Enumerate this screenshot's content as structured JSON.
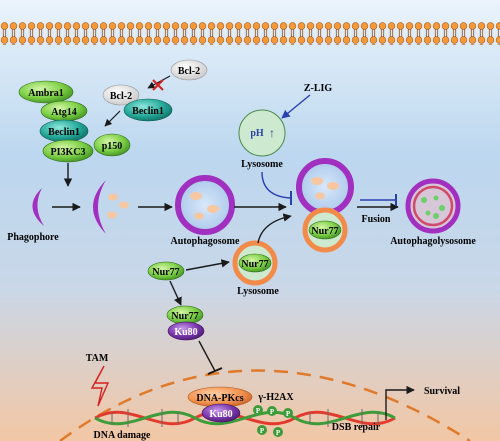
{
  "labels": {
    "bcl2_free": "Bcl-2",
    "bcl2_bound": "Bcl-2",
    "beclin1_top": "Beclin1",
    "ambra1": "Ambra1",
    "atg14": "Atg14",
    "beclin1_complex": "Beclin1",
    "pi3kc3": "PI3KC3",
    "p150": "p150",
    "zlig": "Z-LIG",
    "ph": "pH",
    "ph_arrow": "↑",
    "lysosome_top": "Lysosome",
    "phagophore": "Phagophore",
    "autophagosome": "Autophagosome",
    "nur77_fused": "Nur77",
    "fusion": "Fusion",
    "autophagolysosome": "Autophagolysosome",
    "nur77_cyto": "Nur77",
    "nur77_lysosome": "Nur77",
    "lysosome_mid": "Lysosome",
    "nur77_ku80": "Nur77",
    "ku80_top": "Ku80",
    "tam": "TAM",
    "dnapkcs": "DNA-PKcs",
    "ku80_bottom": "Ku80",
    "gh2ax": "γ-H2AX",
    "p_mark": "P",
    "dsb_repair": "DSB repair",
    "survival": "Survival",
    "dna_damage": "DNA damage"
  },
  "colors": {
    "green_protein": "#5cb833",
    "teal_protein": "#1f9e8e",
    "purple_protein": "#6a2a9a",
    "orange_protein": "#f28a4a",
    "membrane": "#a12fbf",
    "lysosome_fill": "#cde9cf",
    "arrow": "#1a1a1a",
    "inhibit_blue": "#2a3fb0",
    "dna_red": "#e23b2e",
    "dna_green": "#3d9b3a",
    "nucleus_dash": "#e07a2a"
  }
}
